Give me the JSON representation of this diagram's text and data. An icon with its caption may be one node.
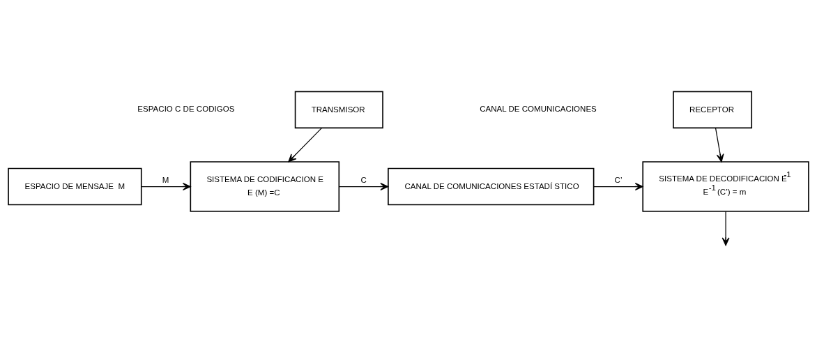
{
  "diagram": {
    "nodes": [
      {
        "text": [
          "TRANSMISOR"
        ]
      },
      {
        "text": [
          "RECEPTOR"
        ]
      },
      {
        "text": [
          "ESPACIO DE MENSAJE  M"
        ]
      },
      {
        "text": [
          "SISTEMA DE CODIFICACION E",
          "E (M) =C"
        ]
      },
      {
        "text": [
          "CANAL DE COMUNICACIONES ESTADÍ STICO"
        ]
      },
      {
        "text": [
          "SISTEMA DE DECODIFICACION E$^{-1}$",
          "E$^{-1}$ (C’) = m"
        ]
      }
    ],
    "edges": [
      {
        "from": 0,
        "to": 3,
        "arrow": "to"
      },
      {
        "from": 1,
        "to": 5,
        "arrow": "to"
      },
      {
        "from": 2,
        "to": 3,
        "arrow": "to",
        "label": "M"
      },
      {
        "from": 3,
        "to": 4,
        "arrow": "to",
        "label": "C"
      },
      {
        "from": 4,
        "to": 5,
        "arrow": "to",
        "label": "C’"
      },
      {
        "from": 5,
        "to": null,
        "arrow": "to"
      }
    ],
    "labels": [
      "ESPACIO C DE CODIGOS",
      "CANAL DE COMUNICACIONES"
    ]
  }
}
